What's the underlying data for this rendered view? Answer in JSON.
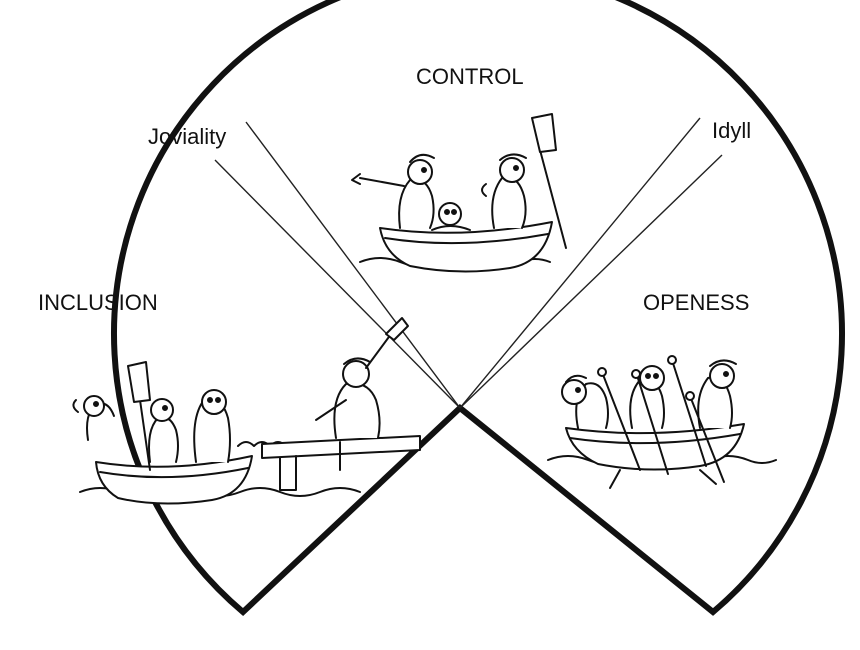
{
  "labels": {
    "control": "CONTROL",
    "joviality": "Joviality",
    "idyll": "Idyll",
    "inclusion": "INCLUSION",
    "openess": "OPENESS"
  },
  "style": {
    "ink": "#111111",
    "background": "#ffffff"
  }
}
